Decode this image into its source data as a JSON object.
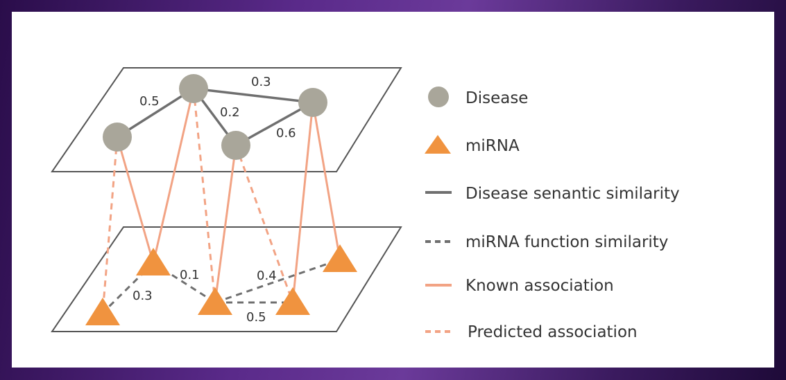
{
  "colors": {
    "disease": "#a9a69a",
    "mirna": "#f0933f",
    "disease_edge": "#6f6f6f",
    "mirna_edge": "#6f6f6f",
    "known": "#f2a384",
    "predicted": "#f2a384",
    "plane": "#555555"
  },
  "edges": {
    "disease": [
      "0.5",
      "0.3",
      "0.2",
      "0.6"
    ],
    "mirna": [
      "0.1",
      "0.3",
      "0.4",
      "0.5"
    ]
  },
  "legend": [
    {
      "label": "Disease",
      "marker": "circle"
    },
    {
      "label": "miRNA",
      "marker": "triangle"
    },
    {
      "label": "Disease senantic similarity",
      "marker": "solid-gray"
    },
    {
      "label": "miRNA function similarity",
      "marker": "dashed-gray"
    },
    {
      "label": "Known association",
      "marker": "solid-orange"
    },
    {
      "label": "Predicted association",
      "marker": "dashed-orange"
    }
  ]
}
